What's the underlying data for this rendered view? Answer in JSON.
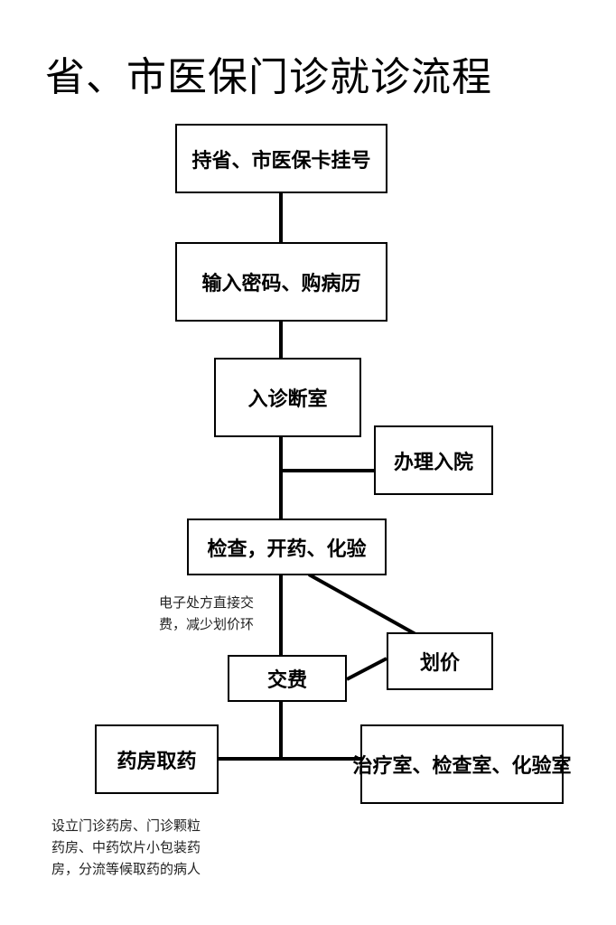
{
  "title": "省、市医保门诊就诊流程",
  "steps": {
    "register": "持省、市医保卡挂号",
    "password": "输入密码、购病历",
    "consult": "入诊断室",
    "admit": "办理入院",
    "exam": "检查，开药、化验",
    "pricing": "划价",
    "pay": "交费",
    "pharmacy": "药房取药",
    "treatment": "治疗室、检查室、化验室"
  },
  "notes": {
    "eprescription": [
      "电子处方直接交",
      "费，减少划价环"
    ],
    "pharmacy": [
      "设立门诊药房、门诊颗粒",
      "药房、中药饮片小包装药",
      "房，分流等候取药的病人"
    ]
  }
}
